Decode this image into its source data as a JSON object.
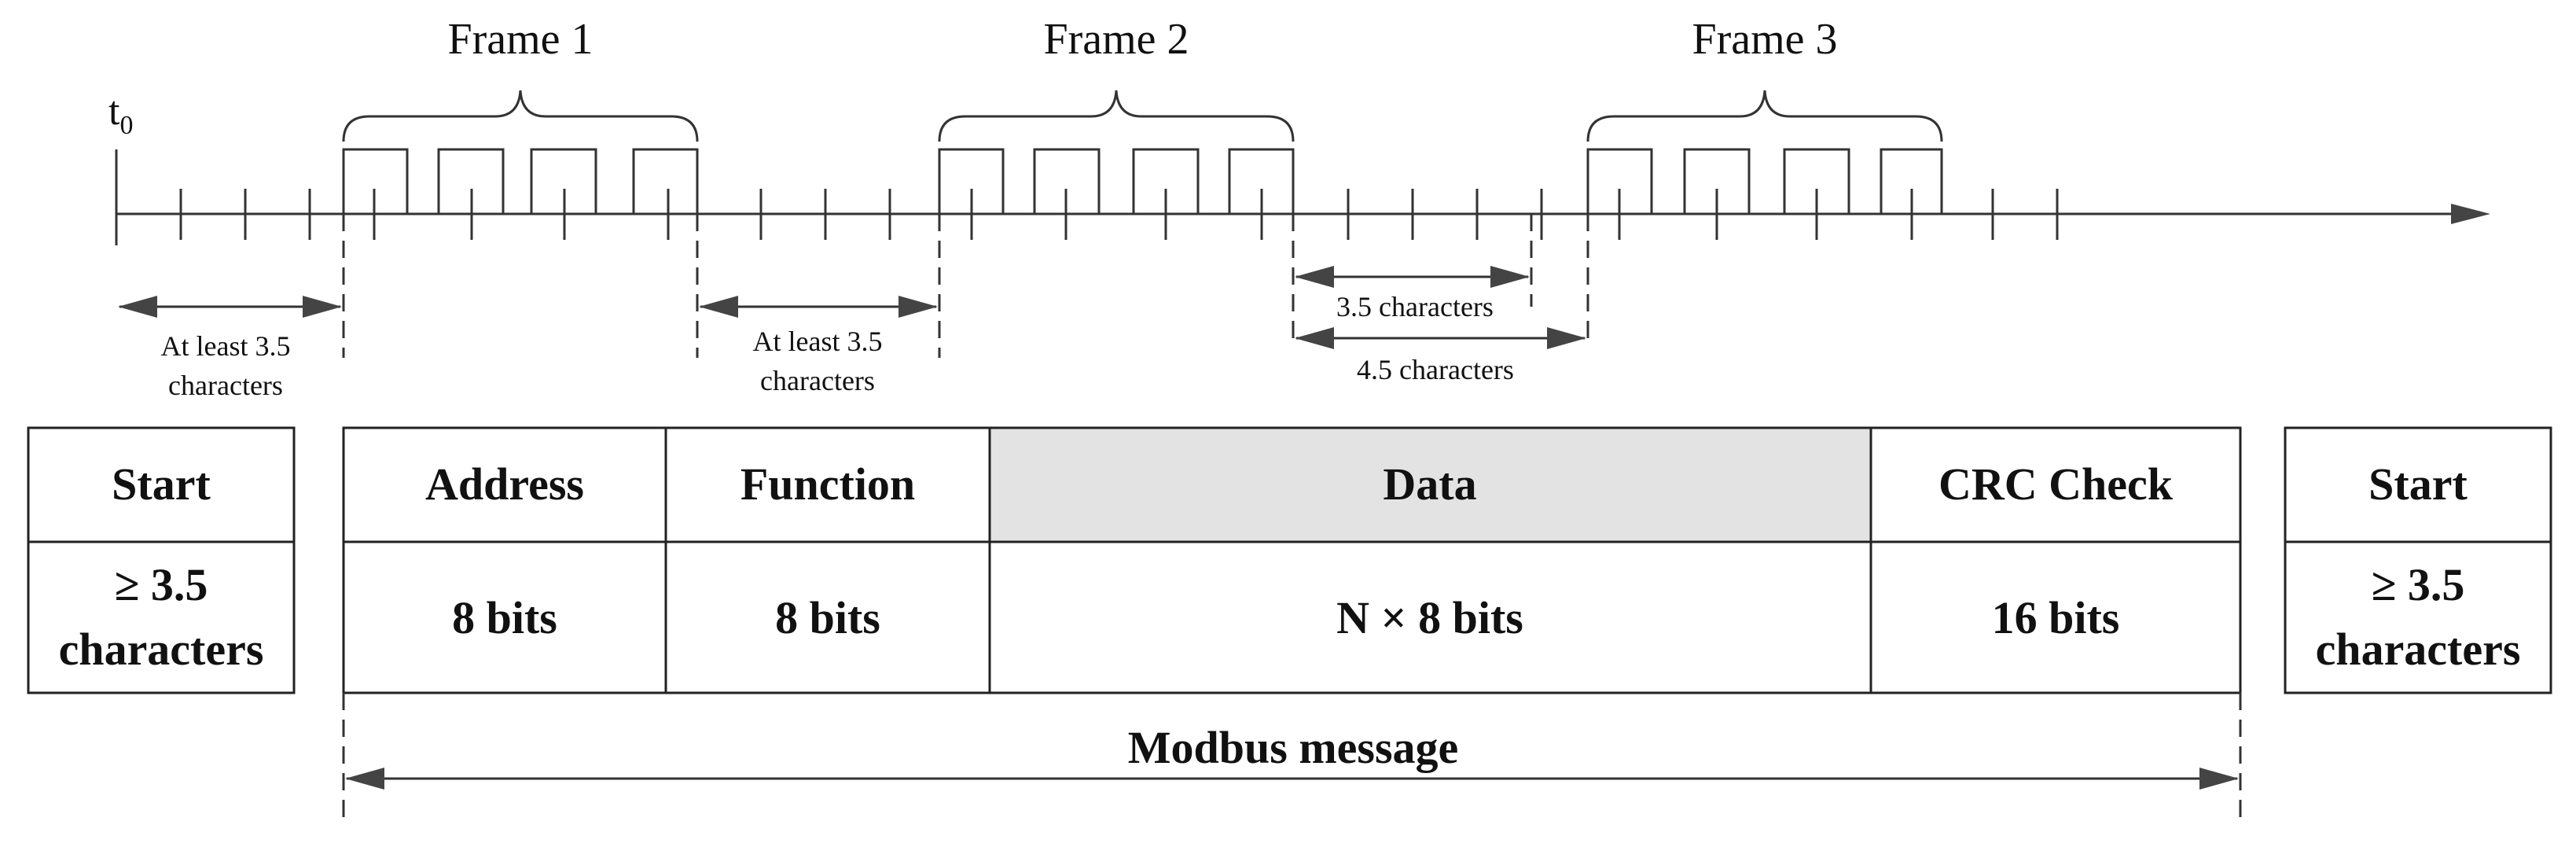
{
  "diagram": {
    "t0_label": "t",
    "t0_subscript": "0",
    "frames": [
      {
        "label": "Frame 1"
      },
      {
        "label": "Frame 2"
      },
      {
        "label": "Frame 3"
      }
    ],
    "gap_labels": {
      "gap1_line1": "At least 3.5",
      "gap1_line2": "characters",
      "gap2_line1": "At least 3.5",
      "gap2_line2": "characters",
      "gap3_short": "3.5 characters",
      "gap3_long": "4.5 characters"
    },
    "fields": [
      {
        "name": "Start",
        "size_line1": "≥ 3.5",
        "size_line2": "characters"
      },
      {
        "name": "Address",
        "size": "8 bits"
      },
      {
        "name": "Function",
        "size": "8 bits"
      },
      {
        "name": "Data",
        "size": "N × 8 bits"
      },
      {
        "name": "CRC Check",
        "size": "16 bits"
      },
      {
        "name": "Start",
        "size_line1": "≥ 3.5",
        "size_line2": "characters"
      }
    ],
    "message_label": "Modbus message"
  }
}
